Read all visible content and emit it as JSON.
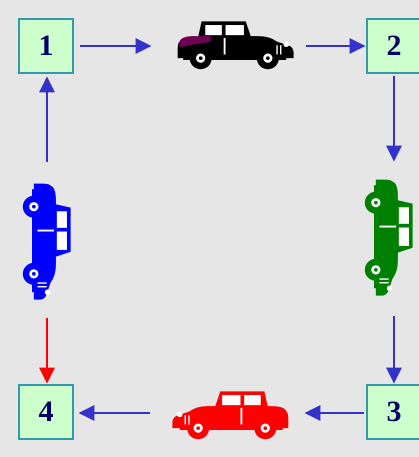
{
  "boxes": [
    {
      "id": "1",
      "label": "1"
    },
    {
      "id": "2",
      "label": "2"
    },
    {
      "id": "3",
      "label": "3"
    },
    {
      "id": "4",
      "label": "4"
    }
  ],
  "cars": [
    {
      "name": "car-top",
      "color": "#000000",
      "highlight": "#cc0099"
    },
    {
      "name": "car-right",
      "color": "#008000"
    },
    {
      "name": "car-bottom",
      "color": "#ff0000"
    },
    {
      "name": "car-left",
      "color": "#0000ff"
    }
  ],
  "arrow_colors": {
    "blue": "#3333cc",
    "red": "#ff0000"
  },
  "colors": {
    "background": "#e6e6e6",
    "box_fill": "#ccffcc",
    "box_border": "#3399aa",
    "number_text": "#000066"
  }
}
